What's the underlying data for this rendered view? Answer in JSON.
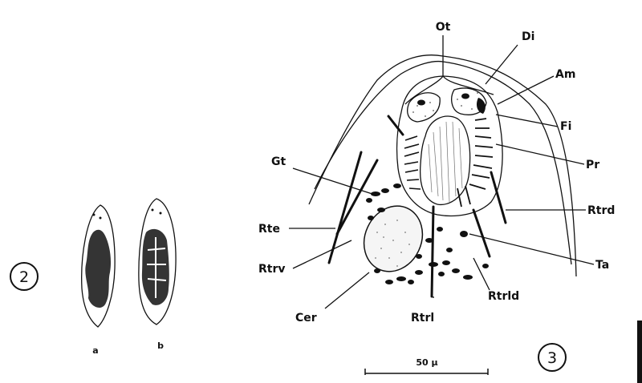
{
  "figure2": {
    "number": "2",
    "cell_a_label": "a",
    "cell_b_label": "b"
  },
  "figure3": {
    "number": "3",
    "labels": {
      "ot": "Ot",
      "di": "Di",
      "am": "Am",
      "fi": "Fi",
      "pr": "Pr",
      "gt": "Gt",
      "rtrd": "Rtrd",
      "rte": "Rte",
      "rtrv": "Rtrv",
      "ta": "Ta",
      "rtrld": "Rtrld",
      "cer": "Cer",
      "rtrl": "Rtrl"
    },
    "scale_label": "50 µ"
  }
}
